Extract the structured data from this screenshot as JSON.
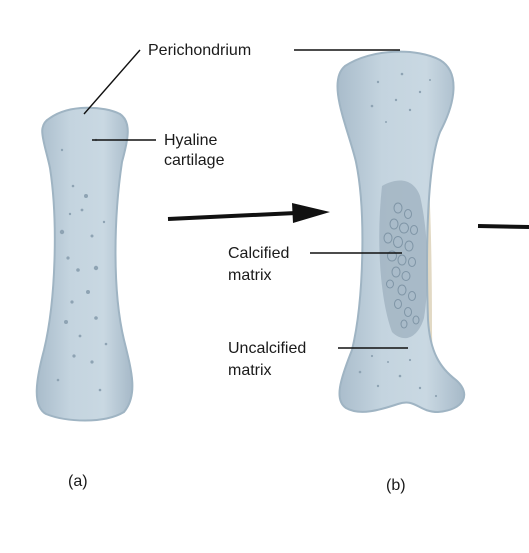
{
  "labels": {
    "perichondrium": "Perichondrium",
    "hyaline_line1": "Hyaline",
    "hyaline_line2": "cartilage",
    "calcified_line1": "Calcified",
    "calcified_line2": "matrix",
    "uncalcified_line1": "Uncalcified",
    "uncalcified_line2": "matrix"
  },
  "panels": {
    "a": "(a)",
    "b": "(b)"
  },
  "colors": {
    "cartilage_fill": "#bfd0dc",
    "cartilage_edge": "#9fb4c3",
    "perichondrium_band": "#e2d9c4",
    "calcified_fill": "#9db0bf",
    "nodule_fill": "#a9bbc9",
    "nodule_edge": "#7f95a6"
  }
}
